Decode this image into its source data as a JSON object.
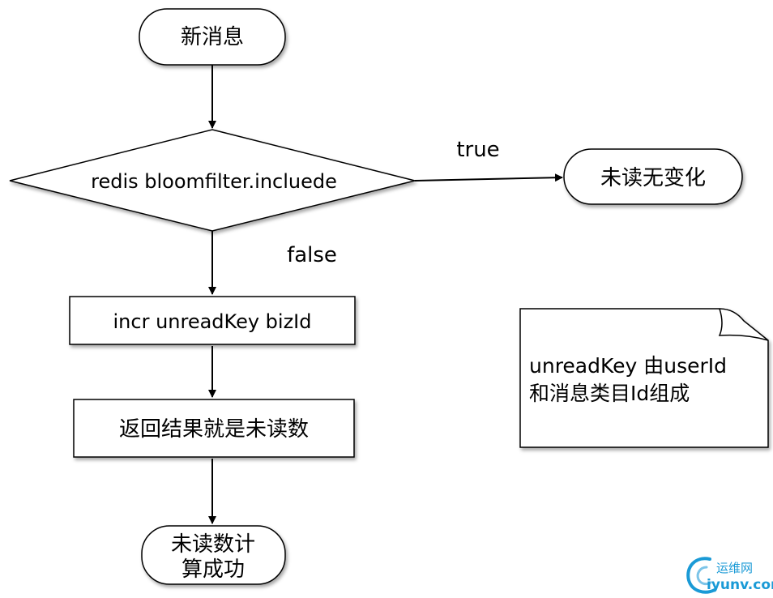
{
  "nodes": {
    "start": "新消息",
    "decision": "redis bloomfilter.incluede",
    "no_change": "未读无变化",
    "incr": "incr unreadKey bizId",
    "result": "返回结果就是未读数",
    "end_line1": "未读数计",
    "end_line2": "算成功"
  },
  "edges": {
    "true_label": "true",
    "false_label": "false"
  },
  "note": {
    "line1": "unreadKey 由userId",
    "line2": "和消息类目Id组成"
  },
  "watermark": {
    "brand": "运维网",
    "domain": "iyunv.com",
    "accent_color": "#1a9ad6"
  }
}
